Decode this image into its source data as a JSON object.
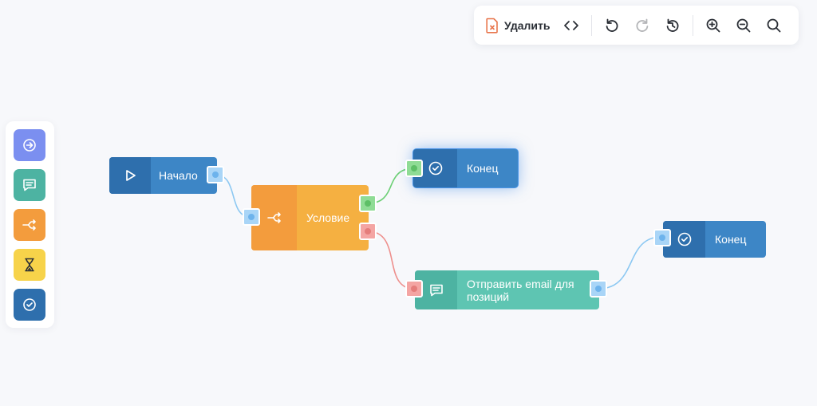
{
  "toolbar": {
    "delete_label": "Удалить",
    "icons": [
      "delete-file-icon",
      "code-icon",
      "undo-icon",
      "redo-icon",
      "history-icon",
      "zoom-in-icon",
      "zoom-out-icon",
      "zoom-reset-icon"
    ]
  },
  "palette": {
    "items": [
      {
        "name": "start",
        "icon": "arrow-circle-icon",
        "color": "#7b8ff0"
      },
      {
        "name": "message",
        "icon": "message-icon",
        "color": "#4db3a2"
      },
      {
        "name": "condition",
        "icon": "split-icon",
        "color": "#f39c3d"
      },
      {
        "name": "wait",
        "icon": "hourglass-icon",
        "color": "#f7d34a"
      },
      {
        "name": "end",
        "icon": "check-circle-icon",
        "color": "#2e6fad"
      }
    ]
  },
  "nodes": {
    "start": {
      "label": "Начало"
    },
    "condition": {
      "label": "Условие"
    },
    "end_top": {
      "label": "Конец"
    },
    "end_right": {
      "label": "Конец"
    },
    "email": {
      "label": "Отправить email для позиций"
    }
  },
  "colors": {
    "accent_blue": "#3d86c6",
    "condition_orange": "#f5b041",
    "email_teal": "#5ec5b2",
    "edge_true": "#6ccf75",
    "edge_false": "#ee8f8c",
    "edge_default": "#8cc8f2"
  }
}
